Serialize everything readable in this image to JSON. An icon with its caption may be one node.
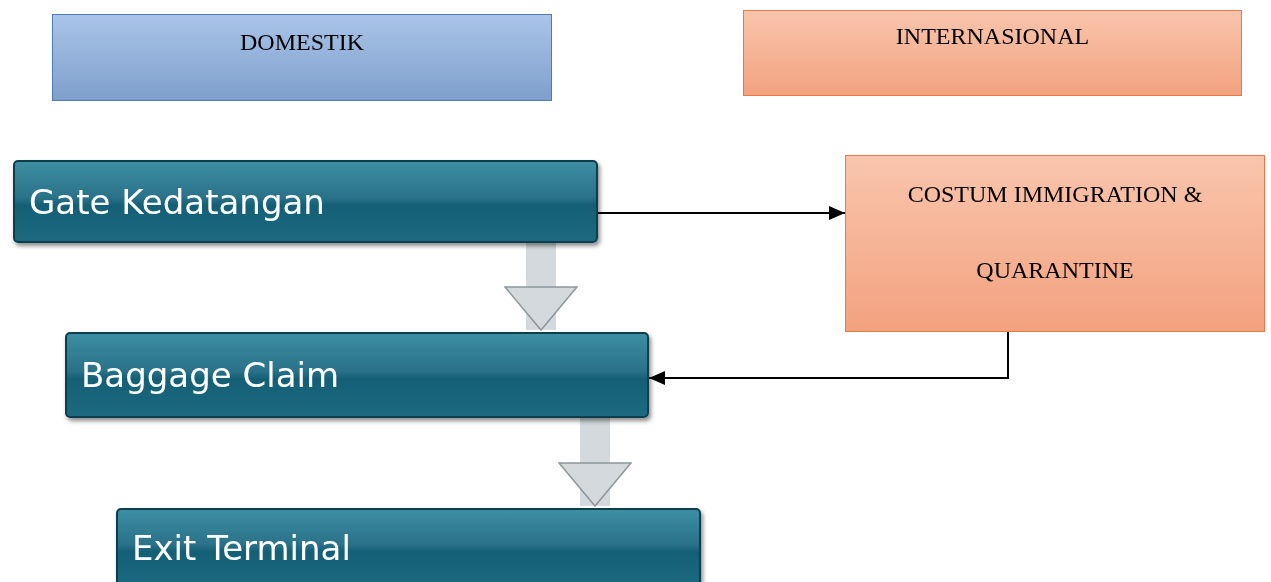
{
  "diagram": {
    "nodes": [
      {
        "text": [
          "DOMESTIK"
        ]
      },
      {
        "text": [
          "INTERNASIONAL"
        ]
      },
      {
        "text": [
          "Gate Kedatangan"
        ]
      },
      {
        "text": [
          "COSTUM IMMIGRATION & QUARANTINE"
        ]
      },
      {
        "text": [
          "Baggage Claim"
        ]
      },
      {
        "text": [
          "Exit Terminal"
        ]
      }
    ],
    "edges": [
      {
        "from": 2,
        "to": 3,
        "arrow": "to"
      },
      {
        "from": 3,
        "to": 4,
        "arrow": "to"
      },
      {
        "from": 2,
        "to": 4,
        "arrow": "to",
        "style": "thick",
        "color": "#d3d9dc"
      },
      {
        "from": 4,
        "to": 5,
        "arrow": "to",
        "style": "thick",
        "color": "#d3d9dc"
      }
    ]
  }
}
